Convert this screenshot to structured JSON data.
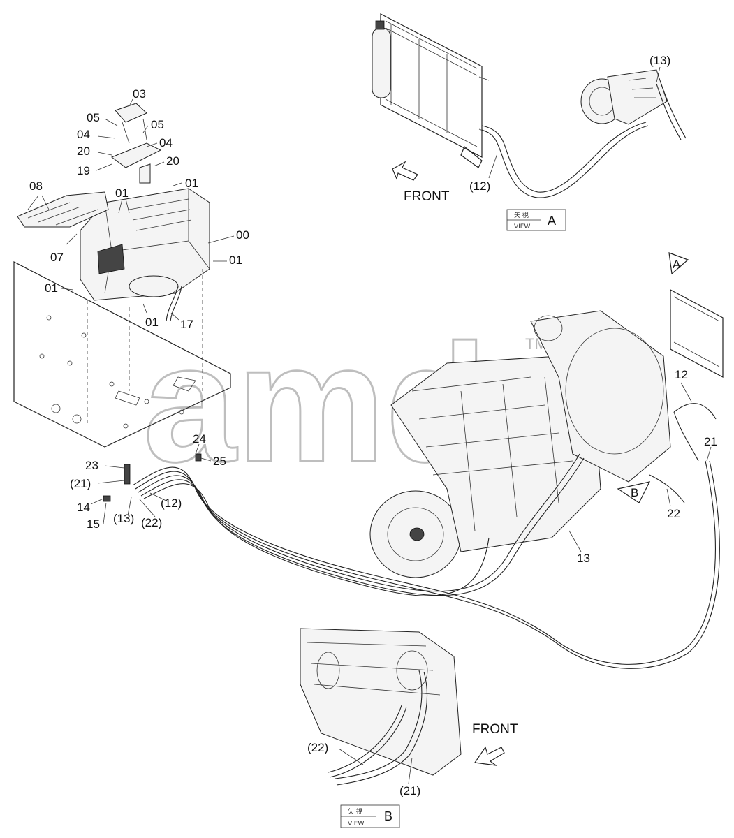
{
  "watermark": {
    "text": "amd",
    "tm": "TM"
  },
  "directions": {
    "front_top": "FRONT",
    "front_bottom": "FRONT"
  },
  "views": {
    "a": {
      "kanji": "矢 視",
      "word": "VIEW",
      "letter": "A",
      "pointer": "A"
    },
    "b": {
      "kanji": "矢 視",
      "word": "VIEW",
      "letter": "B",
      "pointer": "B"
    }
  },
  "callouts": {
    "c03": "03",
    "c05a": "05",
    "c05b": "05",
    "c04a": "04",
    "c04b": "04",
    "c20a": "20",
    "c20b": "20",
    "c19": "19",
    "c08": "08",
    "c01a": "01",
    "c01b": "01",
    "c00": "00",
    "c07": "07",
    "c01c": "01",
    "c01d": "01",
    "c01e": "01",
    "c17": "17",
    "c24": "24",
    "c25": "25",
    "c23": "23",
    "c21p": "(21)",
    "c14": "14",
    "c15": "15",
    "c13p": "(13)",
    "c22p": "(22)",
    "c12p": "(12)",
    "c13top": "(13)",
    "c12top": "(12)",
    "c12r": "12",
    "c21r": "21",
    "c22r": "22",
    "c13r": "13",
    "c22bot": "(22)",
    "c21bot": "(21)"
  }
}
